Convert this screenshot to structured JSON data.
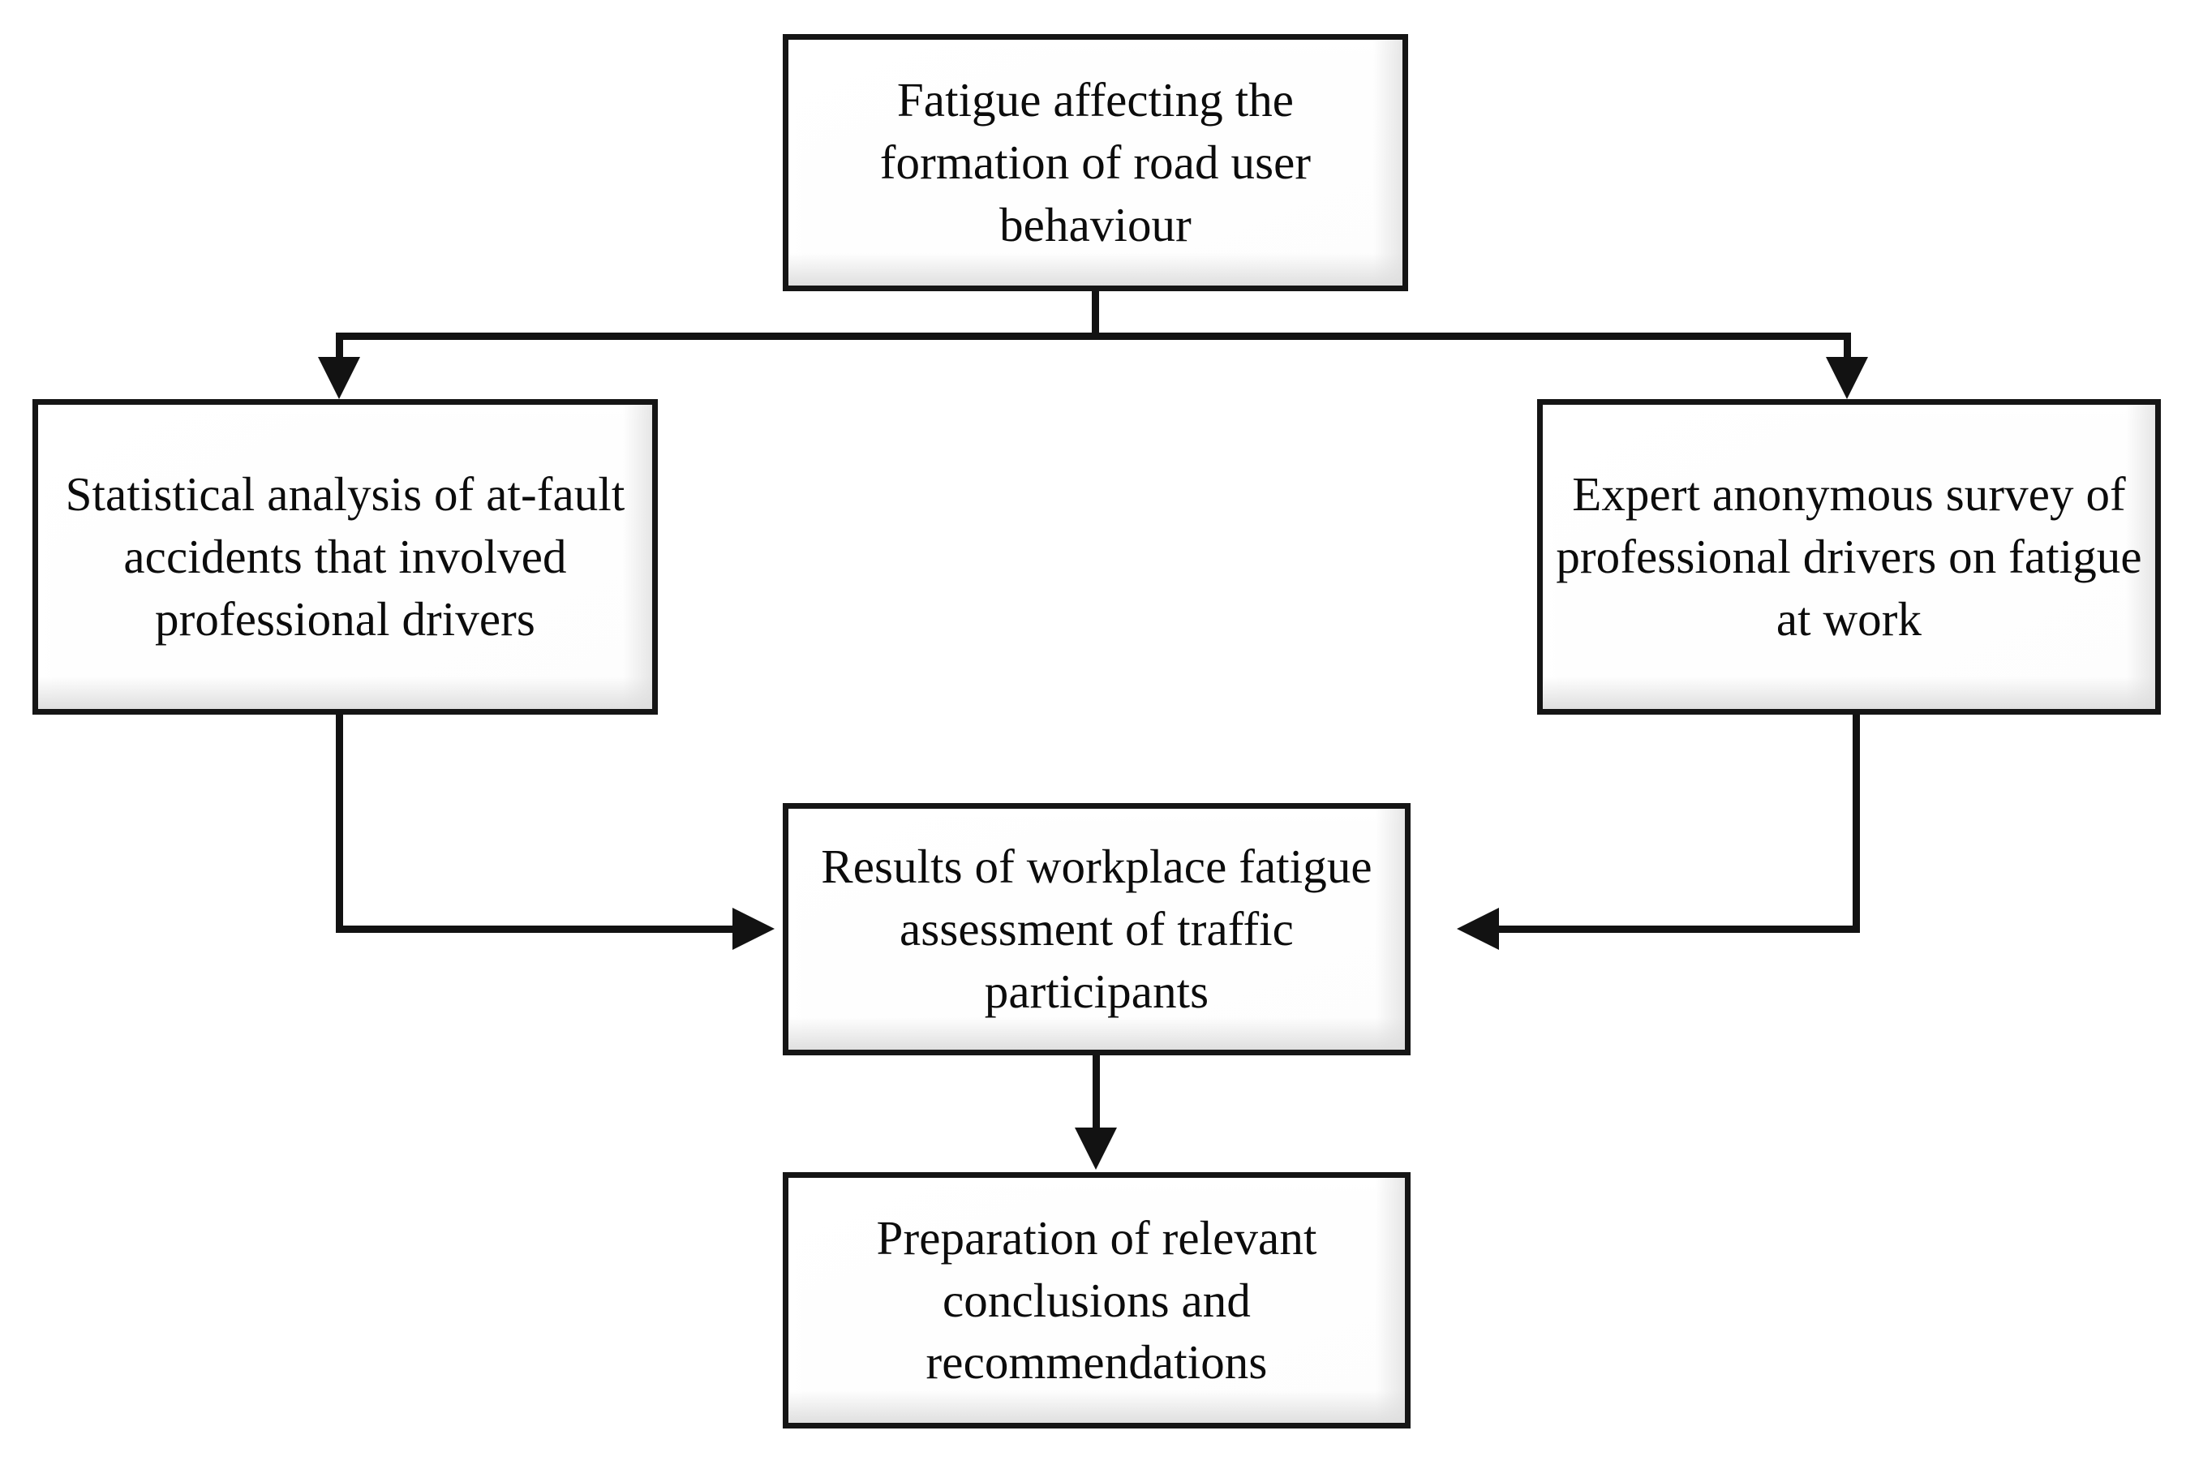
{
  "diagram": {
    "type": "flowchart",
    "orientation": "top-down-converging",
    "background_color": "#ffffff",
    "line_color": "#121212",
    "box_border_color": "#151515",
    "box_fill_color": "#ffffff",
    "text_color": "#0c0c0c",
    "nodes": [
      {
        "id": "top",
        "label": "Fatigue affecting the formation of road user behaviour",
        "role": "root"
      },
      {
        "id": "left",
        "label": "Statistical analysis of at-fault accidents that involved professional drivers",
        "role": "method"
      },
      {
        "id": "right",
        "label": "Expert anonymous survey of professional drivers on fatigue at work",
        "role": "method"
      },
      {
        "id": "center",
        "label": "Results of workplace fatigue assessment of traffic participants",
        "role": "result"
      },
      {
        "id": "bottom",
        "label": "Preparation of relevant conclusions and recommendations",
        "role": "outcome"
      }
    ],
    "edges": [
      {
        "id": "top-to-left",
        "from": "top",
        "to": "left",
        "style": "elbow",
        "arrow": "down"
      },
      {
        "id": "top-to-right",
        "from": "top",
        "to": "right",
        "style": "elbow",
        "arrow": "down"
      },
      {
        "id": "left-to-center",
        "from": "left",
        "to": "center",
        "style": "elbow",
        "arrow": "right"
      },
      {
        "id": "right-to-center",
        "from": "right",
        "to": "center",
        "style": "elbow",
        "arrow": "left"
      },
      {
        "id": "center-to-bottom",
        "from": "center",
        "to": "bottom",
        "style": "straight",
        "arrow": "down"
      }
    ]
  }
}
